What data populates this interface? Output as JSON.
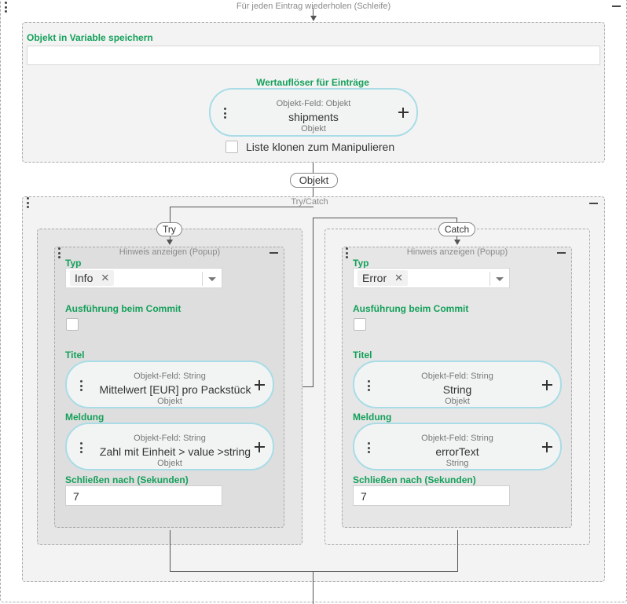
{
  "loop": {
    "caption": "Für jeden Eintrag wiederholen (Schleife)",
    "save_label": "Objekt in Variable speichern",
    "resolver_label": "Wertauflöser für Einträge",
    "resolver": {
      "caption": "Objekt-Feld: Objekt",
      "value": "shipments",
      "sub": "Objekt"
    },
    "clone_label": "Liste klonen zum Manipulieren"
  },
  "connector_label": "Objekt",
  "trycatch": {
    "caption": "Try/Catch",
    "try_label": "Try",
    "catch_label": "Catch"
  },
  "try_popup": {
    "caption": "Hinweis anzeigen (Popup)",
    "type_label": "Typ",
    "type_value": "Info",
    "commit_label": "Ausführung beim Commit",
    "title_label": "Titel",
    "title_field": {
      "caption": "Objekt-Feld: String",
      "value": "Mittelwert [EUR] pro Packstück",
      "sub": "Objekt"
    },
    "message_label": "Meldung",
    "message_field": {
      "caption": "Objekt-Feld: String",
      "value": "Zahl mit Einheit > value >string",
      "sub": "Objekt"
    },
    "close_label": "Schließen nach (Sekunden)",
    "close_value": "7"
  },
  "catch_popup": {
    "caption": "Hinweis anzeigen (Popup)",
    "type_label": "Typ",
    "type_value": "Error",
    "commit_label": "Ausführung beim Commit",
    "title_label": "Titel",
    "title_field": {
      "caption": "Objekt-Feld: String",
      "value": "String",
      "sub": "Objekt"
    },
    "message_label": "Meldung",
    "message_field": {
      "caption": "Objekt-Feld: String",
      "value": "errorText",
      "sub": "String"
    },
    "close_label": "Schließen nach (Sekunden)",
    "close_value": "7"
  },
  "icons": {
    "menu": "kebab-vertical-icon",
    "collapse": "minus-icon",
    "remove": "x-icon",
    "dropdown": "caret-down-icon",
    "add": "plus-icon"
  },
  "colors": {
    "label_green": "#14a05a",
    "pill_border": "#a9dce6",
    "pill_bg": "#f2f4f4",
    "block_bg": "#f3f3f3",
    "popup_bg": "#e2e2e2"
  }
}
